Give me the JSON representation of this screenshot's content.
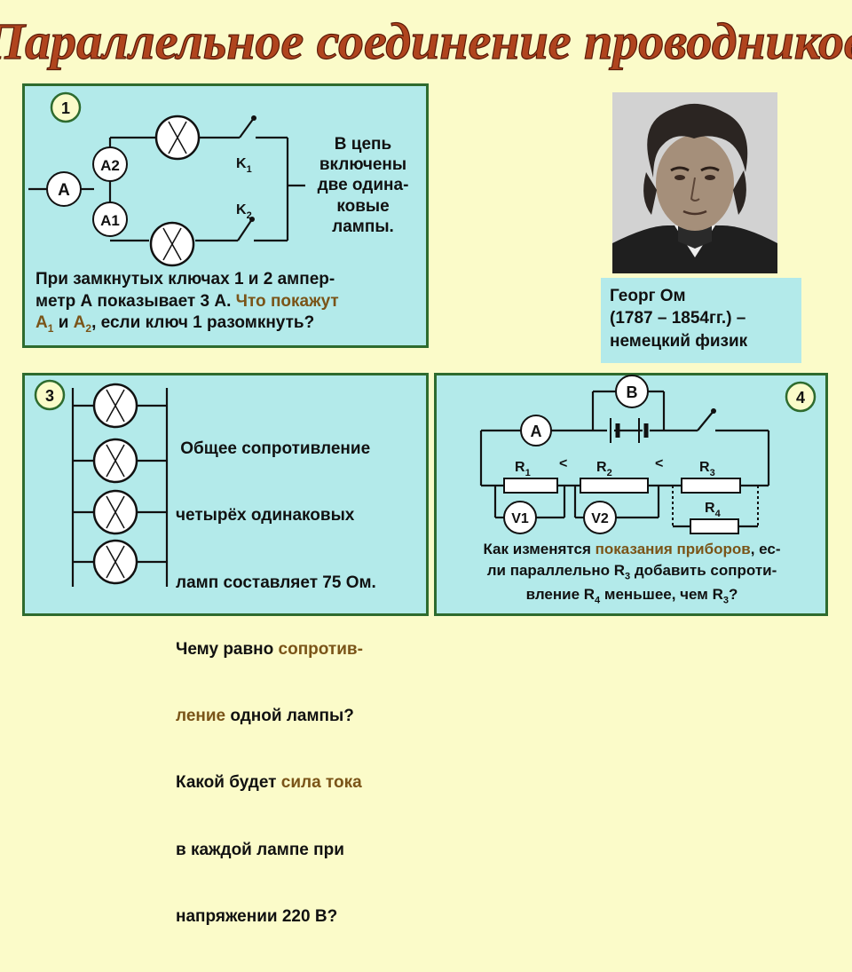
{
  "title": "Параллельное соединение проводников",
  "panel1": {
    "number": "1",
    "meter_a": "A",
    "meter_a2": "A2",
    "meter_a1": "A1",
    "key1": "K",
    "key1_sub": "1",
    "key2": "K",
    "key2_sub": "2",
    "side_text": [
      "В цепь",
      "включены",
      "две одина-",
      "ковые",
      "лампы."
    ],
    "q_line1": "При замкнутых ключах 1 и 2 ампер-",
    "q_line2_a": "метр А показывает 3 А. ",
    "q_line2_b": "Что покажут",
    "q_line3_a1": "А",
    "q_line3_a1_sub": "1",
    "q_line3_and": " и ",
    "q_line3_a2": "А",
    "q_line3_a2_sub": "2",
    "q_line3_rest": ", если ключ 1 разомкнуть?"
  },
  "portrait": {
    "caption_line1": "Георг Ом",
    "caption_line2": "(1787 – 1854гг.) –",
    "caption_line3": "немецкий физик"
  },
  "panel3": {
    "number": "3",
    "l1": " Общее сопротивление",
    "l2": "четырёх одинаковых",
    "l3": "ламп составляет 75 Ом.",
    "l4_a": "Чему равно ",
    "l4_b": "сопротив-",
    "l5_a": "ление",
    "l5_b": " одной лампы?",
    "l6_a": "Какой будет ",
    "l6_b": "сила тока",
    "l7": "в каждой лампе при",
    "l8": "напряжении 220 В?"
  },
  "panel4": {
    "number": "4",
    "meter_v": "В",
    "meter_a": "A",
    "meter_v1": "V1",
    "meter_v2": "V2",
    "r1": "R",
    "r1_sub": "1",
    "lt1": "<",
    "r2": "R",
    "r2_sub": "2",
    "lt2": "<",
    "r3": "R",
    "r3_sub": "3",
    "r4": "R",
    "r4_sub": "4",
    "q1_a": "Как изменятся ",
    "q1_b": "показания приборов",
    "q1_c": ", ес-",
    "q2_a": "ли параллельно R",
    "q2_sub": "3",
    "q2_b": " добавить сопроти-",
    "q3_a": "вление R",
    "q3_sub1": "4",
    "q3_b": " меньшее, чем R",
    "q3_sub2": "3",
    "q3_c": "?"
  }
}
